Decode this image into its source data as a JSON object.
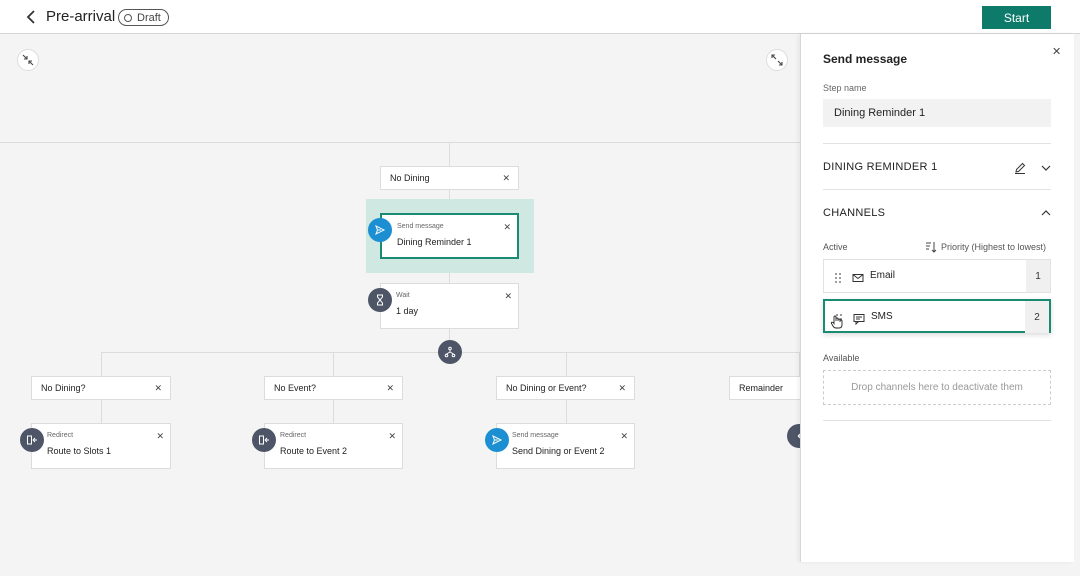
{
  "header": {
    "title": "Pre-arrival",
    "status_badge": "Draft",
    "start_label": "Start"
  },
  "flow": {
    "top_branch": {
      "label": "No Dining"
    },
    "send_step": {
      "kind": "Send message",
      "name": "Dining Reminder 1"
    },
    "wait_step": {
      "kind": "Wait",
      "name": "1 day"
    },
    "branches": [
      {
        "label": "No Dining?",
        "step": {
          "kind": "Redirect",
          "name": "Route to Slots 1",
          "icon": "redirect-icon"
        }
      },
      {
        "label": "No Event?",
        "step": {
          "kind": "Redirect",
          "name": "Route to Event 2",
          "icon": "redirect-icon"
        }
      },
      {
        "label": "No Dining or Event?",
        "step": {
          "kind": "Send message",
          "name": "Send Dining or Event 2",
          "icon": "send-icon"
        }
      },
      {
        "label": "Remainder"
      }
    ]
  },
  "panel": {
    "title": "Send message",
    "step_name_label": "Step name",
    "step_name_value": "Dining Reminder 1",
    "message_section": "DINING REMINDER 1",
    "channels_section": "CHANNELS",
    "active_label": "Active",
    "priority_label": "Priority (Highest to lowest)",
    "channels": [
      {
        "name": "Email",
        "priority": "1",
        "icon": "email-icon"
      },
      {
        "name": "SMS",
        "priority": "2",
        "icon": "sms-icon"
      }
    ],
    "available_label": "Available",
    "dropzone_text": "Drop channels here to deactivate them"
  },
  "colors": {
    "accent": "#0e7a6a",
    "selected_border": "#1b8a73",
    "selected_bg": "#cfe8e1",
    "send_icon_bg": "#1b8fd1",
    "dark_icon_bg": "#4d5566"
  }
}
